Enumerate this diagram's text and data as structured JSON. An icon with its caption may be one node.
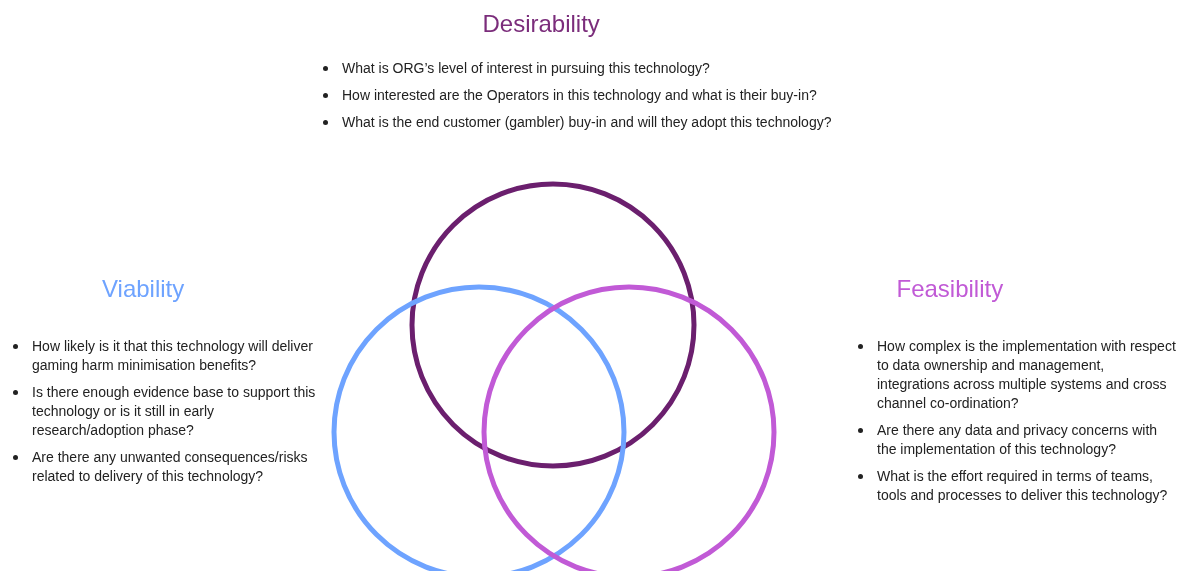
{
  "diagram": {
    "nodes": [
      {
        "text": [],
        "shape": "circle"
      },
      {
        "text": [],
        "shape": "circle"
      },
      {
        "text": [],
        "shape": "circle"
      }
    ],
    "labels": [
      "Desirability",
      "What is ORG’s level of interest in pursuing this technology?",
      "How interested are the Operators in this technology and what is their buy-in?",
      "What is the end customer (gambler) buy-in and will they adopt this technology?",
      "Viability",
      "How likely is it that this technology will deliver gaming harm minimisation benefits?",
      "Is there enough evidence base to support this technology or is it still in early research/adoption phase?",
      "Are there any unwanted consequences/risks related to delivery of this technology?",
      "Feasibility",
      "How complex is the implementation with respect to data ownership and management, integrations across multiple systems and cross channel co-ordination?",
      "Are there any data and privacy concerns with the implementation of this technology?",
      "What is the effort required in terms of teams, tools and processes to deliver this technology?"
    ]
  }
}
